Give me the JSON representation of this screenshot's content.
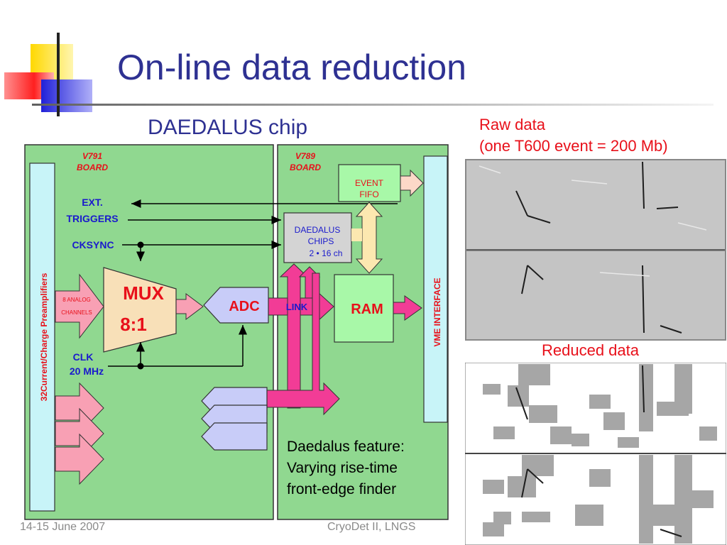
{
  "slide": {
    "title": "On-line data reduction",
    "subtitle": "DAEDALUS chip",
    "raw_data_line1": "Raw data",
    "raw_data_line2": "(one T600 event = 200 Mb)",
    "reduced_data": "Reduced data",
    "footer_date": "14-15 June 2007",
    "footer_conference": "CryoDet II, LNGS"
  },
  "diagram": {
    "v791_line1": "V791",
    "v791_line2": "BOARD",
    "v789_line1": "V789",
    "v789_line2": "BOARD",
    "preamp_label": "32Current/Charge Preamplifiers",
    "ext_triggers_line1": "EXT.",
    "ext_triggers_line2": "TRIGGERS",
    "cksync": "CKSYNC",
    "analog_line1": "8 ANALOG",
    "analog_line2": "CHANNELS",
    "mux_line1": "MUX",
    "mux_line2": "8:1",
    "adc": "ADC",
    "link": "LINK",
    "ram": "RAM",
    "event_fifo_line1": "EVENT",
    "event_fifo_line2": "FIFO",
    "daedalus_line1": "DAEDALUS",
    "daedalus_line2": "CHIPS",
    "daedalus_line3": "2 • 16 ch",
    "clk_line1": "CLK",
    "clk_line2": "20 MHz",
    "vme_interface": "VME INTERFACE",
    "feature_line1": "Daedalus feature:",
    "feature_line2": "Varying rise-time",
    "feature_line3": "front-edge finder"
  },
  "colors": {
    "title": "#2e3192",
    "accent_red": "#e8101a",
    "board_green": "#90d890",
    "pink": "#f23c96",
    "light_pink": "#f8a0b4",
    "lavender": "#c8ccf8",
    "mux_fill": "#f8e0b8",
    "cyan_bar": "#c8f4f8"
  },
  "icons": [
    "logo-squares-icon",
    "raw-data-image",
    "reduced-data-image"
  ]
}
